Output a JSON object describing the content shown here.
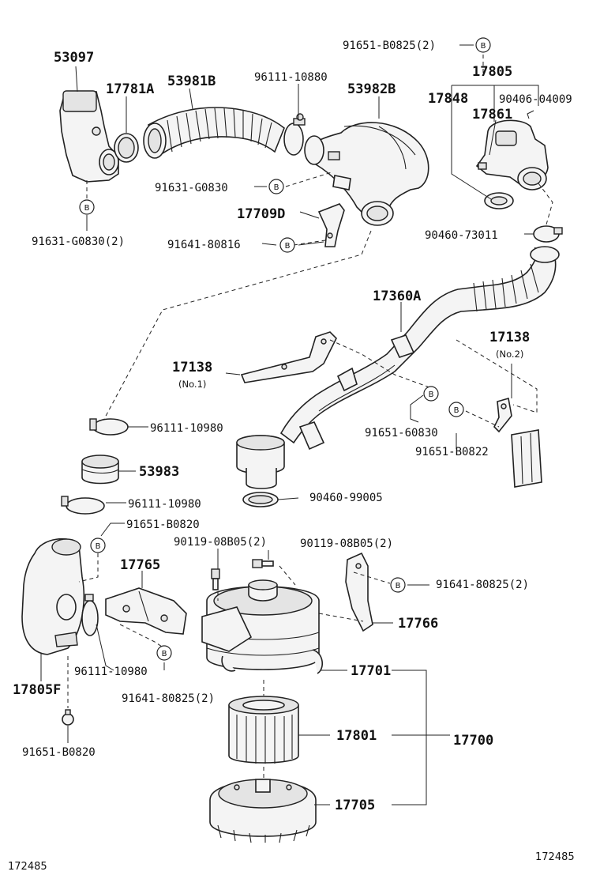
{
  "callouts": {
    "p53097": "53097",
    "p17781a": "17781A",
    "p53981b": "53981B",
    "p96111_10880": "96111-10880",
    "p53982b": "53982B",
    "p91651_b0825": "91651-B0825(2)",
    "p17805": "17805",
    "p17848": "17848",
    "p90406": "90406-04009",
    "p17861": "17861",
    "p91631_g0830": "91631-G0830",
    "p17709d": "17709D",
    "p91641_80816": "91641-80816",
    "p91631_g0830_2": "91631-G0830(2)",
    "p90460_73011": "90460-73011",
    "p17360a": "17360A",
    "p17138_no1": "17138",
    "p17138_no2": "17138",
    "p91651_60830": "91651-60830",
    "p91651_b0822": "91651-B0822",
    "p96111_10980_a": "96111-10980",
    "p53983": "53983",
    "p96111_10980_b": "96111-10980",
    "p90460_99005": "90460-99005",
    "p91651_b0820_a": "91651-B0820",
    "p90119_a": "90119-08B05(2)",
    "p90119_b": "90119-08B05(2)",
    "p17765": "17765",
    "p91641_80825_r": "91641-80825(2)",
    "p17766": "17766",
    "p96111_10980_c": "96111-10980",
    "p91641_80825_l": "91641-80825(2)",
    "p17701": "17701",
    "p17805f": "17805F",
    "p17801": "17801",
    "p17700": "17700",
    "p91651_b0820_b": "91651-B0820",
    "p17705": "17705"
  },
  "notes": {
    "no1": "(No.1)",
    "no2": "(No.2)"
  },
  "marker": "B",
  "illustration_number": "172485"
}
